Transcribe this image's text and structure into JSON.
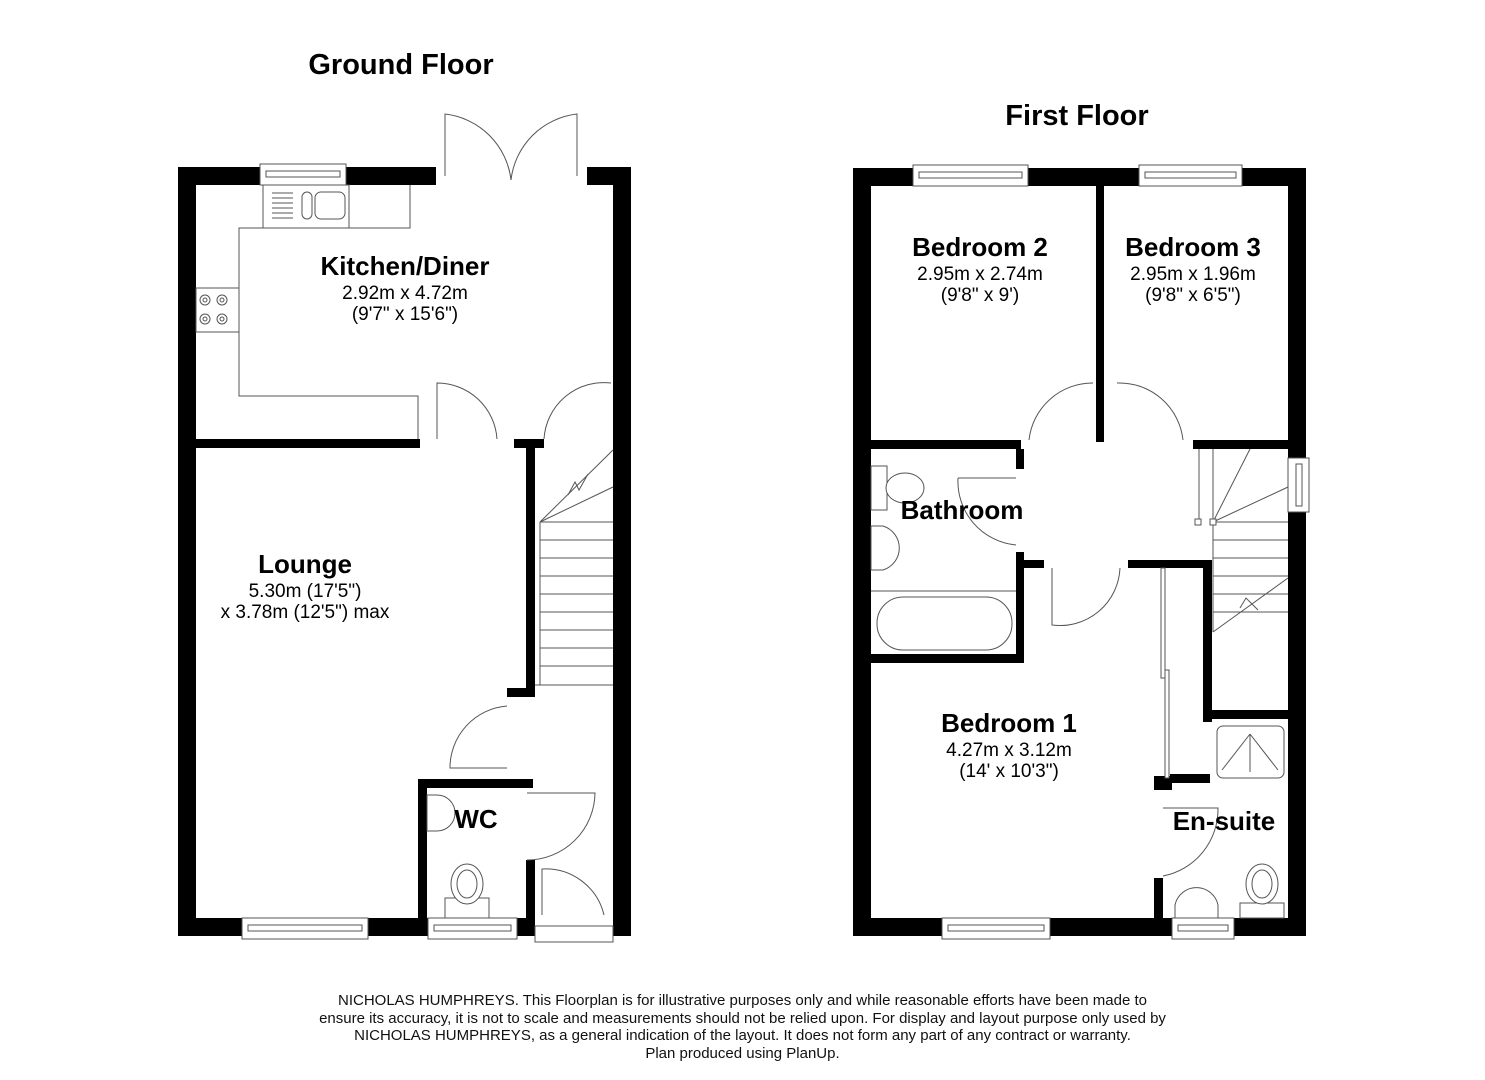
{
  "floors": {
    "ground": {
      "title": "Ground Floor",
      "rooms": {
        "kitchen": {
          "name": "Kitchen/Diner",
          "dim_metric": "2.92m x 4.72m",
          "dim_imperial": "(9'7\" x 15'6\")"
        },
        "lounge": {
          "name": "Lounge",
          "dim_line1": "5.30m (17'5\")",
          "dim_line2": "x 3.78m (12'5\") max"
        },
        "wc": {
          "name": "WC"
        }
      }
    },
    "first": {
      "title": "First Floor",
      "rooms": {
        "bedroom2": {
          "name": "Bedroom 2",
          "dim_metric": "2.95m x 2.74m",
          "dim_imperial": "(9'8\" x 9')"
        },
        "bedroom3": {
          "name": "Bedroom 3",
          "dim_metric": "2.95m x 1.96m",
          "dim_imperial": "(9'8\" x 6'5\")"
        },
        "bathroom": {
          "name": "Bathroom"
        },
        "bedroom1": {
          "name": "Bedroom 1",
          "dim_metric": "4.27m x 3.12m",
          "dim_imperial": "(14' x 10'3\")"
        },
        "ensuite": {
          "name": "En-suite"
        }
      }
    }
  },
  "disclaimer": {
    "lines": [
      "NICHOLAS HUMPHREYS. This Floorplan is for illustrative purposes only and while reasonable efforts have been made to",
      "ensure its accuracy, it is not to scale and measurements should not be relied upon. For display and layout purpose only used by",
      "NICHOLAS HUMPHREYS, as a general indication of the layout. It does not form any part of any contract or warranty.",
      "Plan produced using PlanUp."
    ]
  },
  "colors": {
    "wall": "#000000",
    "fixture_line": "#555555",
    "background": "#ffffff"
  }
}
